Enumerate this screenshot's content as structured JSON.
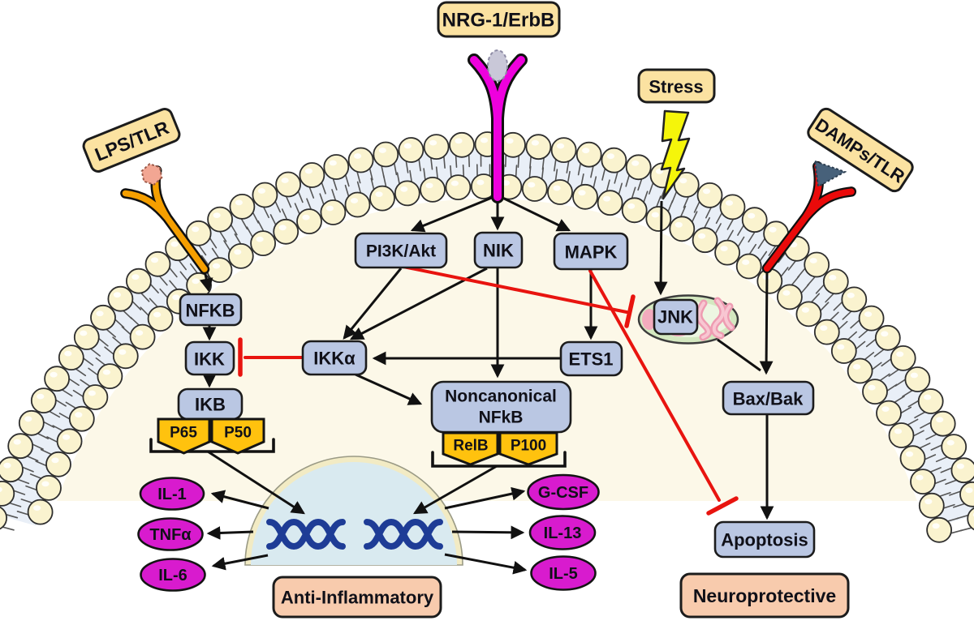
{
  "figure": {
    "kind": "cell-signaling-pathway"
  },
  "stimuli": {
    "lps_tlr": "LPS/TLR",
    "nrg1_erbb": "NRG-1/ErbB",
    "stress": "Stress",
    "damps_tlr": "DAMPs/TLR"
  },
  "nodes": {
    "pi3k_akt": "PI3K/Akt",
    "nik": "NIK",
    "mapk": "MAPK",
    "nfkb": "NFKB",
    "ikk": "IKK",
    "ikb": "IKB",
    "p65": "P65",
    "p50": "P50",
    "ikka": "IKKα",
    "noncanonical_line1": "Noncanonical",
    "noncanonical_line2": "NFkB",
    "relb": "RelB",
    "p100": "P100",
    "ets1": "ETS1",
    "jnk": "JNK",
    "bax_bak": "Bax/Bak",
    "apoptosis": "Apoptosis"
  },
  "cytokines": {
    "il1": "IL-1",
    "tnfa": "TNFα",
    "il6": "IL-6",
    "gcsf": "G-CSF",
    "il13": "IL-13",
    "il5": "IL-5"
  },
  "outcomes": {
    "anti_inflammatory": "Anti-Inflammatory",
    "neuroprotective": "Neuroprotective"
  },
  "colors": {
    "node_fill": "#bac7e3",
    "stimulus_label_fill": "#fbe2a1",
    "outcome_fill": "#f8cbad",
    "subunit_fill": "#ffc20e",
    "cytokine_fill": "#d81bce",
    "inhibition": "#e8140f",
    "activation": "#111111",
    "nrg_receptor": "#ee00dd",
    "lps_receptor": "#f59f00",
    "damps_receptor": "#ea0a0a",
    "lightning": "#f5f50a",
    "membrane_head": "#faf3cf",
    "cell_interior": "#fcf8e8",
    "nucleus_fill": "#d9eaf0",
    "nucleus_rim": "#f2ebc4",
    "dna": "#1e3c96",
    "mitochondria_fill": "#d4e8c0",
    "cristae": "#f2a3b8"
  }
}
